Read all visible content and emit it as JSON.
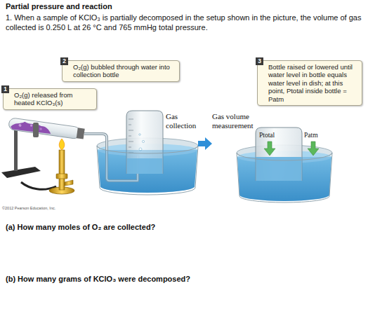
{
  "diagram": {
    "title": "Partial pressure and reaction",
    "nodes": [
      {
        "text": [
          "1",
          "O₂(g) released from heated KClO₃(s)"
        ]
      },
      {
        "text": [
          "2",
          "O₂(g) bubbled through water into collection bottle"
        ]
      },
      {
        "text": [
          "3",
          "Bottle raised or lowered until water level in bottle equals water level in dish; at this point, Ptotal inside bottle = Patm"
        ]
      }
    ],
    "labels": [
      "1. When a sample of KClO₃ is partially decomposed in the setup shown in the picture, the volume of gas collected is 0.250 L at 26 °C and 765 mmHg total pressure.",
      "Gas collection",
      "Gas volume measurement",
      "Ptotal",
      "Patm",
      "©2012 Pearson Education, Inc.",
      "(a) How many moles of O₂ are collected?",
      "(b) How many grams of KClO₃ were decomposed?"
    ]
  }
}
